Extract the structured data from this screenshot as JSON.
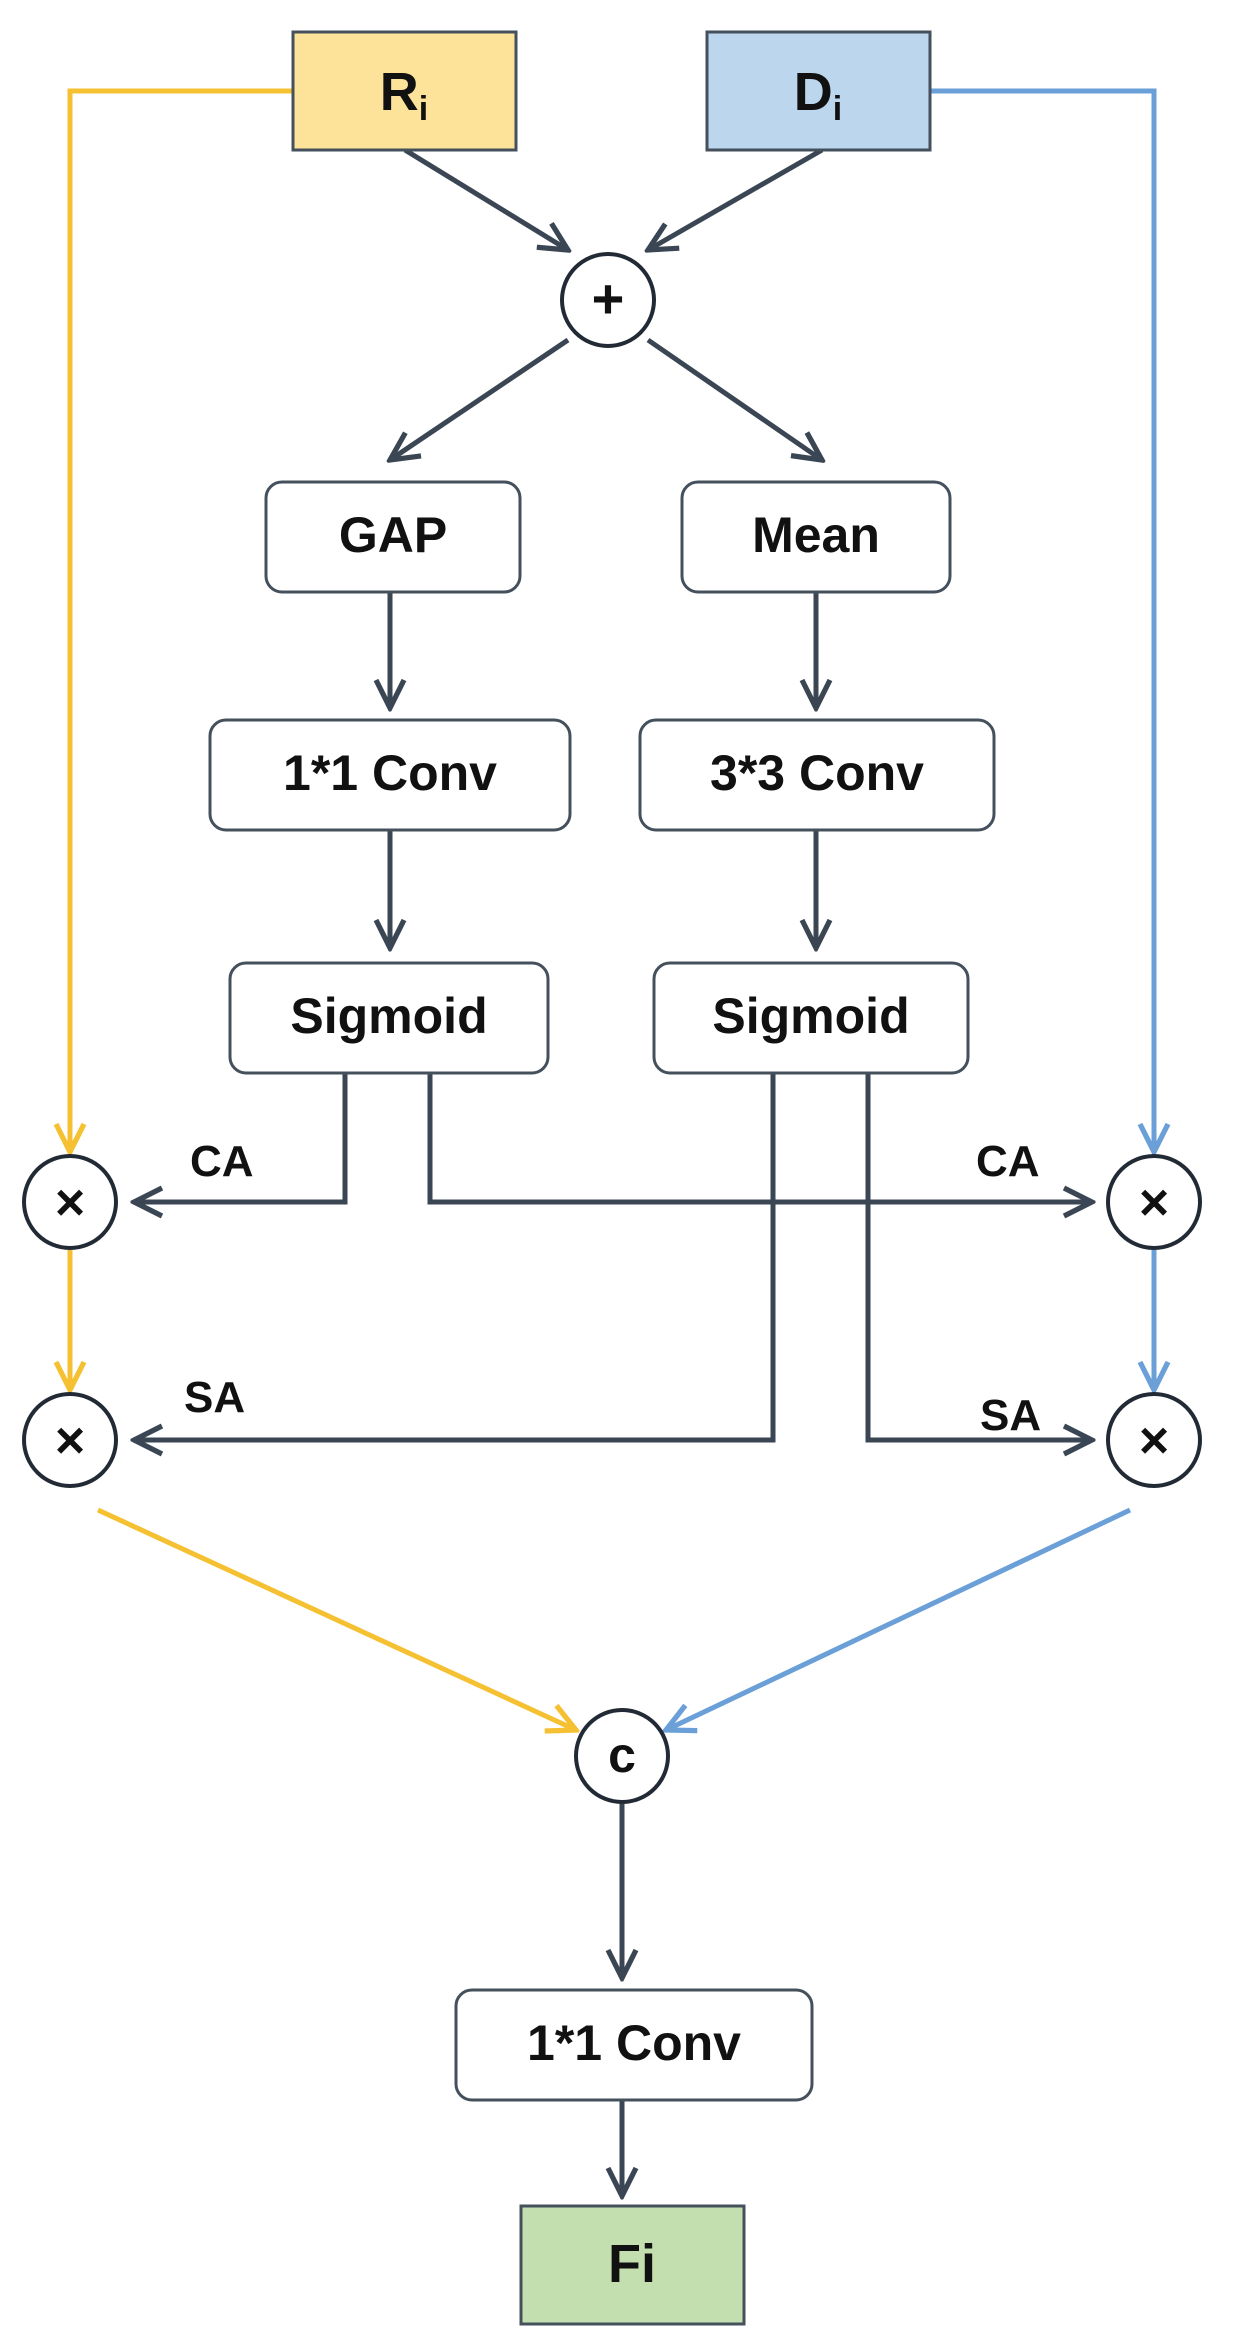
{
  "colors": {
    "rgb_branch": "#f5c133",
    "depth_branch": "#6a9fd8",
    "flow": "#3b4654",
    "ri_fill": "#fde39a",
    "di_fill": "#bcd6ee",
    "fi_fill": "#c3dfb0",
    "box_stroke": "#44505c"
  },
  "inputs": {
    "rgb": {
      "main": "R",
      "sub": "i"
    },
    "depth": {
      "main": "D",
      "sub": "i"
    }
  },
  "operators": {
    "add": "+",
    "multiply": "×",
    "concat": "c"
  },
  "left_branch": {
    "pool": "GAP",
    "conv": "1*1 Conv",
    "activation": "Sigmoid"
  },
  "right_branch": {
    "pool": "Mean",
    "conv": "3*3 Conv",
    "activation": "Sigmoid"
  },
  "edge_labels": {
    "ca_left": "CA",
    "ca_right": "CA",
    "sa_left": "SA",
    "sa_right": "SA"
  },
  "fusion": {
    "conv": "1*1 Conv"
  },
  "output": {
    "label": "Fi"
  }
}
